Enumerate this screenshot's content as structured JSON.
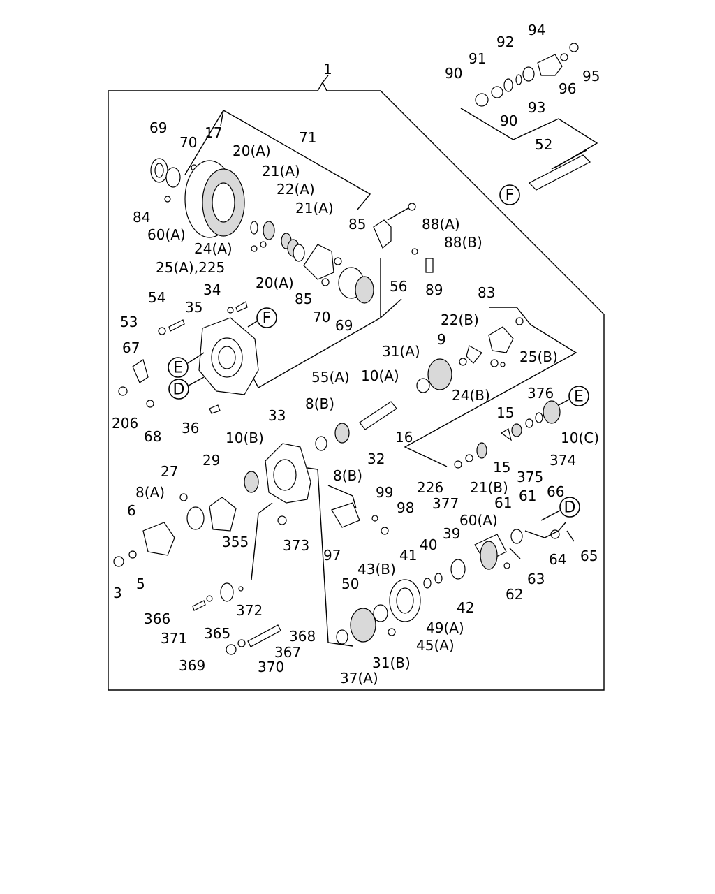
{
  "labels": [
    {
      "id": "l1",
      "text": "1"
    },
    {
      "id": "l3",
      "text": "3"
    },
    {
      "id": "l5",
      "text": "5"
    },
    {
      "id": "l6",
      "text": "6"
    },
    {
      "id": "l8a",
      "text": "8(A)"
    },
    {
      "id": "l8b1",
      "text": "8(B)"
    },
    {
      "id": "l8b2",
      "text": "8(B)"
    },
    {
      "id": "l9",
      "text": "9"
    },
    {
      "id": "l10a",
      "text": "10(A)"
    },
    {
      "id": "l10b",
      "text": "10(B)"
    },
    {
      "id": "l10c",
      "text": "10(C)"
    },
    {
      "id": "l15a",
      "text": "15"
    },
    {
      "id": "l15b",
      "text": "15"
    },
    {
      "id": "l16",
      "text": "16"
    },
    {
      "id": "l17",
      "text": "17"
    },
    {
      "id": "l20a1",
      "text": "20(A)"
    },
    {
      "id": "l20a2",
      "text": "20(A)"
    },
    {
      "id": "l21a1",
      "text": "21(A)"
    },
    {
      "id": "l21a2",
      "text": "21(A)"
    },
    {
      "id": "l21b",
      "text": "21(B)"
    },
    {
      "id": "l22a",
      "text": "22(A)"
    },
    {
      "id": "l22b",
      "text": "22(B)"
    },
    {
      "id": "l24a",
      "text": "24(A)"
    },
    {
      "id": "l24b",
      "text": "24(B)"
    },
    {
      "id": "l25a",
      "text": "25(A),225"
    },
    {
      "id": "l25b",
      "text": "25(B)"
    },
    {
      "id": "l27",
      "text": "27"
    },
    {
      "id": "l29",
      "text": "29"
    },
    {
      "id": "l31a",
      "text": "31(A)"
    },
    {
      "id": "l31b",
      "text": "31(B)"
    },
    {
      "id": "l32",
      "text": "32"
    },
    {
      "id": "l33",
      "text": "33"
    },
    {
      "id": "l34",
      "text": "34"
    },
    {
      "id": "l35",
      "text": "35"
    },
    {
      "id": "l36",
      "text": "36"
    },
    {
      "id": "l37a",
      "text": "37(A)"
    },
    {
      "id": "l39",
      "text": "39"
    },
    {
      "id": "l40",
      "text": "40"
    },
    {
      "id": "l41",
      "text": "41"
    },
    {
      "id": "l42",
      "text": "42"
    },
    {
      "id": "l43b",
      "text": "43(B)"
    },
    {
      "id": "l45a",
      "text": "45(A)"
    },
    {
      "id": "l49a",
      "text": "49(A)"
    },
    {
      "id": "l50",
      "text": "50"
    },
    {
      "id": "l52",
      "text": "52"
    },
    {
      "id": "l53",
      "text": "53"
    },
    {
      "id": "l54",
      "text": "54"
    },
    {
      "id": "l55a",
      "text": "55(A)"
    },
    {
      "id": "l56",
      "text": "56"
    },
    {
      "id": "l60a1",
      "text": "60(A)"
    },
    {
      "id": "l60a2",
      "text": "60(A)"
    },
    {
      "id": "l61a",
      "text": "61"
    },
    {
      "id": "l61b",
      "text": "61"
    },
    {
      "id": "l62",
      "text": "62"
    },
    {
      "id": "l63",
      "text": "63"
    },
    {
      "id": "l64",
      "text": "64"
    },
    {
      "id": "l65",
      "text": "65"
    },
    {
      "id": "l66",
      "text": "66"
    },
    {
      "id": "l67",
      "text": "67"
    },
    {
      "id": "l68",
      "text": "68"
    },
    {
      "id": "l69a",
      "text": "69"
    },
    {
      "id": "l69b",
      "text": "69"
    },
    {
      "id": "l70a",
      "text": "70"
    },
    {
      "id": "l70b",
      "text": "70"
    },
    {
      "id": "l71",
      "text": "71"
    },
    {
      "id": "l83",
      "text": "83"
    },
    {
      "id": "l84",
      "text": "84"
    },
    {
      "id": "l85a",
      "text": "85"
    },
    {
      "id": "l85b",
      "text": "85"
    },
    {
      "id": "l88a",
      "text": "88(A)"
    },
    {
      "id": "l88b",
      "text": "88(B)"
    },
    {
      "id": "l89",
      "text": "89"
    },
    {
      "id": "l90a",
      "text": "90"
    },
    {
      "id": "l90b",
      "text": "90"
    },
    {
      "id": "l91",
      "text": "91"
    },
    {
      "id": "l92",
      "text": "92"
    },
    {
      "id": "l93",
      "text": "93"
    },
    {
      "id": "l94",
      "text": "94"
    },
    {
      "id": "l95",
      "text": "95"
    },
    {
      "id": "l96",
      "text": "96"
    },
    {
      "id": "l97",
      "text": "97"
    },
    {
      "id": "l98",
      "text": "98"
    },
    {
      "id": "l99",
      "text": "99"
    },
    {
      "id": "l206",
      "text": "206"
    },
    {
      "id": "l226",
      "text": "226"
    },
    {
      "id": "l355",
      "text": "355"
    },
    {
      "id": "l365",
      "text": "365"
    },
    {
      "id": "l366",
      "text": "366"
    },
    {
      "id": "l367",
      "text": "367"
    },
    {
      "id": "l368",
      "text": "368"
    },
    {
      "id": "l369",
      "text": "369"
    },
    {
      "id": "l370",
      "text": "370"
    },
    {
      "id": "l371",
      "text": "371"
    },
    {
      "id": "l372",
      "text": "372"
    },
    {
      "id": "l373",
      "text": "373"
    },
    {
      "id": "l374",
      "text": "374"
    },
    {
      "id": "l375",
      "text": "375"
    },
    {
      "id": "l376",
      "text": "376"
    },
    {
      "id": "l377",
      "text": "377"
    }
  ],
  "callouts": [
    {
      "id": "cF1",
      "text": "F"
    },
    {
      "id": "cF2",
      "text": "F"
    },
    {
      "id": "cE1",
      "text": "E"
    },
    {
      "id": "cE2",
      "text": "E"
    },
    {
      "id": "cD1",
      "text": "D"
    },
    {
      "id": "cD2",
      "text": "D"
    }
  ]
}
